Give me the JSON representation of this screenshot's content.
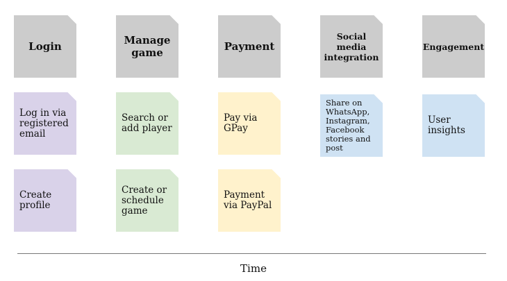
{
  "columns": [
    {
      "header": "Login",
      "cards": [
        "Log in via registered email",
        "Create profile"
      ],
      "color": "#d9d2e9"
    },
    {
      "header": "Manage game",
      "cards": [
        "Search or add player",
        "Create or schedule game"
      ],
      "color": "#d9ead3"
    },
    {
      "header": "Payment",
      "cards": [
        "Pay via GPay",
        "Payment via PayPal"
      ],
      "color": "#fff2cc"
    },
    {
      "header": "Social media integration",
      "cards": [
        "Share on WhatsApp, Instagram, Facebook stories and post"
      ],
      "color": "#cfe2f3"
    },
    {
      "header": "Engagement",
      "cards": [
        "User insights"
      ],
      "color": "#cfe2f3"
    }
  ],
  "axis_label": "Time",
  "header_color": "#cccccc"
}
